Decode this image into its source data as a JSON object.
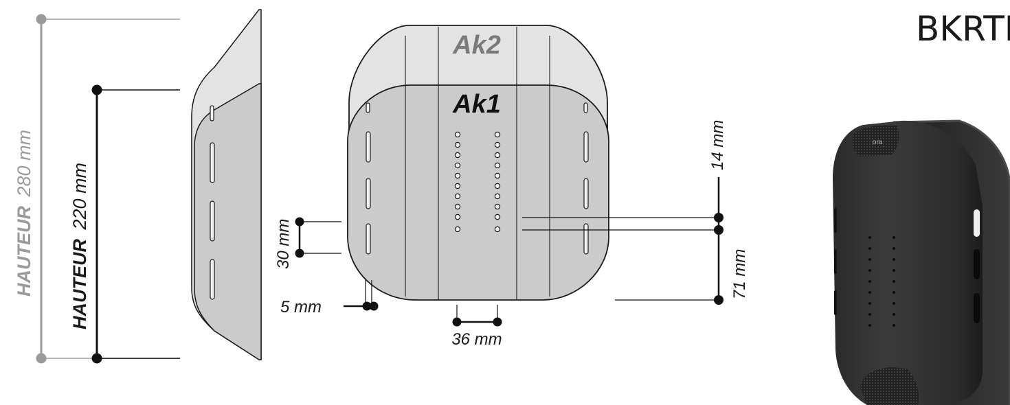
{
  "header": {
    "brand_text": "BKRTK"
  },
  "side_view": {
    "height_outer": {
      "word": "HAUTEUR",
      "value": "280 mm",
      "color": "#9a9a9a"
    },
    "height_inner": {
      "word": "HAUTEUR",
      "value": "220 mm",
      "color": "#111111"
    }
  },
  "front_view": {
    "label_large": {
      "text": "Ak2",
      "color": "#7a7a7a"
    },
    "label_small": {
      "text": "Ak1",
      "color": "#111111"
    },
    "fill_large": "#e3e3e3",
    "fill_small": "#cbcbcb"
  },
  "dimensions": {
    "slot_length": "30 mm",
    "slot_width": "5 mm",
    "hole_spacing": "36 mm",
    "hole_pitch": "14 mm",
    "hole_row_length": "71 mm"
  },
  "product_photo": {
    "icon": "armband-photo",
    "logo_text": "ora"
  }
}
